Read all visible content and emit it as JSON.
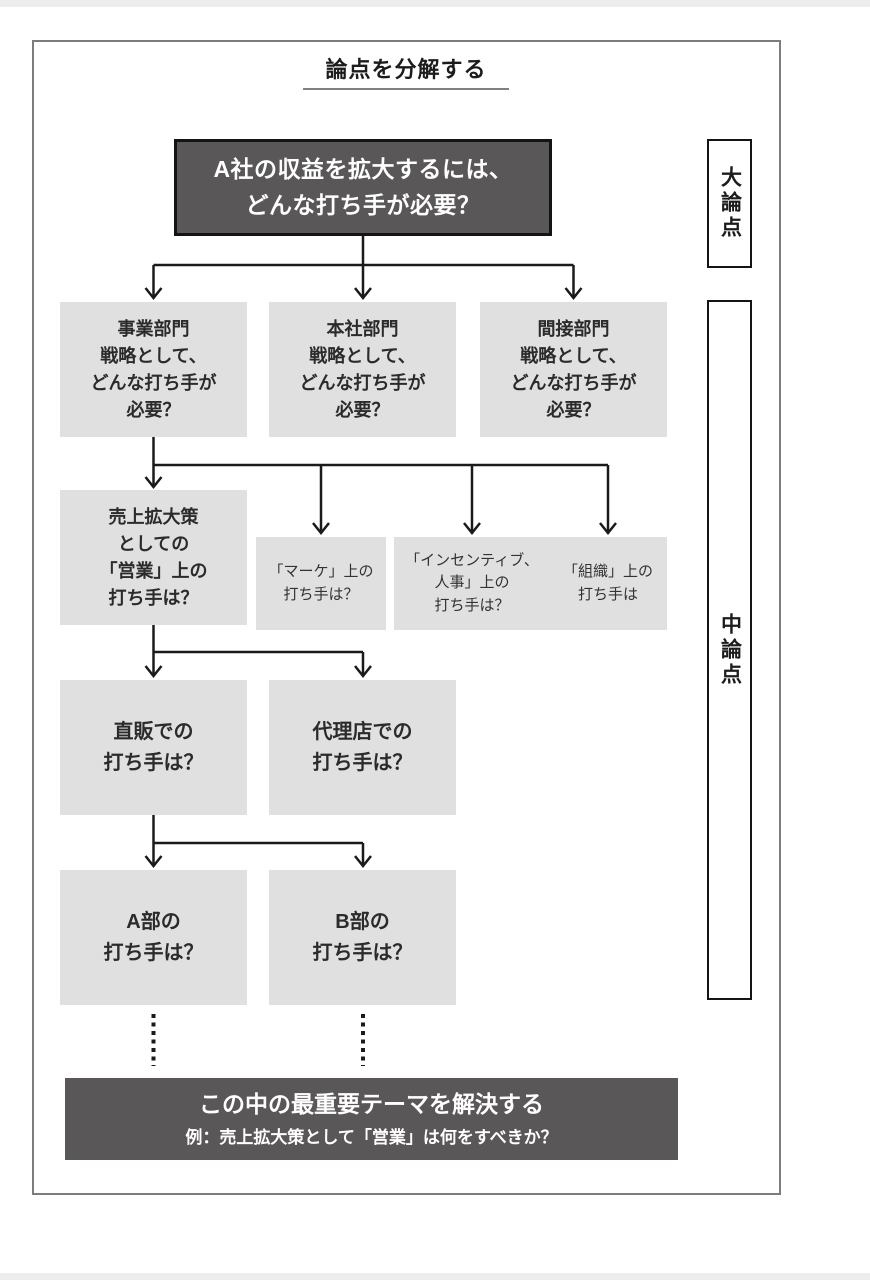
{
  "title": "論点を分解する",
  "side_labels": {
    "large": "大論点",
    "middle": "中論点"
  },
  "nodes": {
    "root": "A社の収益を拡大するには、\nどんな打ち手が必要？",
    "level2": [
      {
        "text": "事業部門\n戦略として、\nどんな打ち手が\n必要？"
      },
      {
        "text": "本社部門\n戦略として、\nどんな打ち手が\n必要？"
      },
      {
        "text": "間接部門\n戦略として、\nどんな打ち手が\n必要？"
      }
    ],
    "level3_main": "売上拡大策\nとしての\n「営業」上の\n打ち手は？",
    "level3_sub": [
      {
        "text": "「マーケ」上の\n打ち手は？"
      },
      {
        "text": "「インセンティブ、\n人事」上の\n打ち手は？"
      },
      {
        "text": "「組織」上の\n打ち手は"
      }
    ],
    "level4": [
      {
        "text": "直販での\n打ち手は？"
      },
      {
        "text": "代理店での\n打ち手は？"
      }
    ],
    "level5": [
      {
        "text": "A部の\n打ち手は？"
      },
      {
        "text": "B部の\n打ち手は？"
      }
    ]
  },
  "footer": {
    "heading": "この中の最重要テーマを解決する",
    "example": "例：売上拡大策として「営業」は何をすべきか？"
  },
  "colors": {
    "dark_box": "#595757",
    "light_box": "#e0e0e0",
    "line": "#1a1a1a"
  }
}
